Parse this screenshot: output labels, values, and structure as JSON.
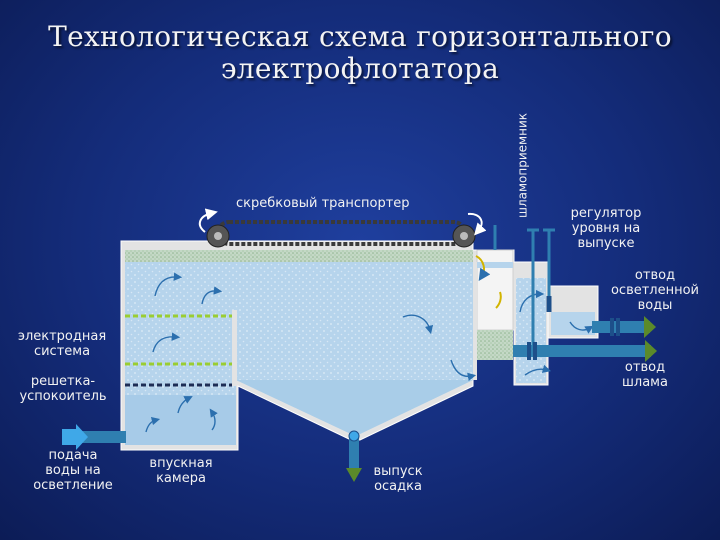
{
  "title": {
    "line1": "Технологическая схема горизонтального",
    "line2": "электрофлотатора"
  },
  "labels": {
    "scraper_conveyor": "скребковый транспортер",
    "sludge_receiver": "шламоприемник",
    "level_regulator": [
      "регулятор",
      "уровня на",
      "выпуске"
    ],
    "clarified_outlet": [
      "отвод",
      "осветленной",
      "воды"
    ],
    "electrode_system": [
      "электродная",
      "система"
    ],
    "sludge_outlet": [
      "отвод",
      "шлама"
    ],
    "grid_calmer": [
      "решетка-",
      "успокоитель"
    ],
    "water_feed": [
      "подача",
      "воды на",
      "осветление"
    ],
    "inlet_chamber": [
      "впускная",
      "камера"
    ],
    "sediment_outlet": [
      "выпуск",
      "осадка"
    ]
  },
  "colors": {
    "background": "#142c7a",
    "water": "#b4d4ec",
    "foam": "#c6d6c8",
    "tank_wall": "#e6e6e6",
    "pipe": "#2f7fb0",
    "arrow_feed": "#3fa8e8",
    "arrow_out": "#5b8a2a",
    "electrode": "#9acd32"
  },
  "icons": [
    "flow-arrow-icon",
    "roller-icon",
    "valve-icon",
    "rotation-arrow-icon"
  ]
}
